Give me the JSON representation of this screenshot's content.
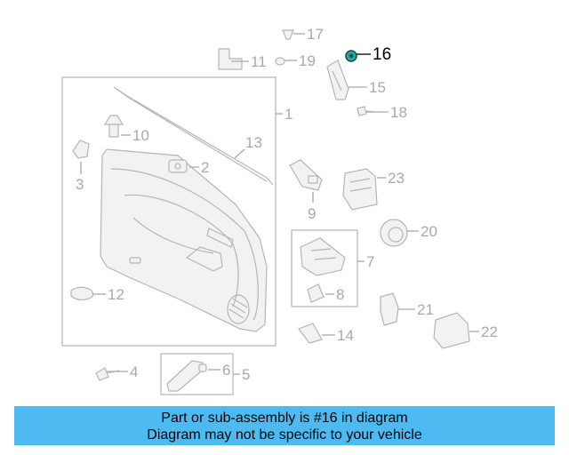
{
  "diagram": {
    "highlighted_part": "16",
    "callouts": [
      "1",
      "2",
      "3",
      "4",
      "5",
      "6",
      "7",
      "8",
      "9",
      "10",
      "11",
      "12",
      "13",
      "14",
      "15",
      "16",
      "17",
      "18",
      "19",
      "20",
      "21",
      "22",
      "23"
    ]
  },
  "banner": {
    "line1": "Part or sub-assembly is #16 in diagram",
    "line2": "Diagram may not be specific to your vehicle",
    "background": "#4dbbf2"
  },
  "colors": {
    "highlight_part": "#2aa7a0",
    "linework": "#b5b5b5",
    "callout_text": "#a9a9a9"
  }
}
